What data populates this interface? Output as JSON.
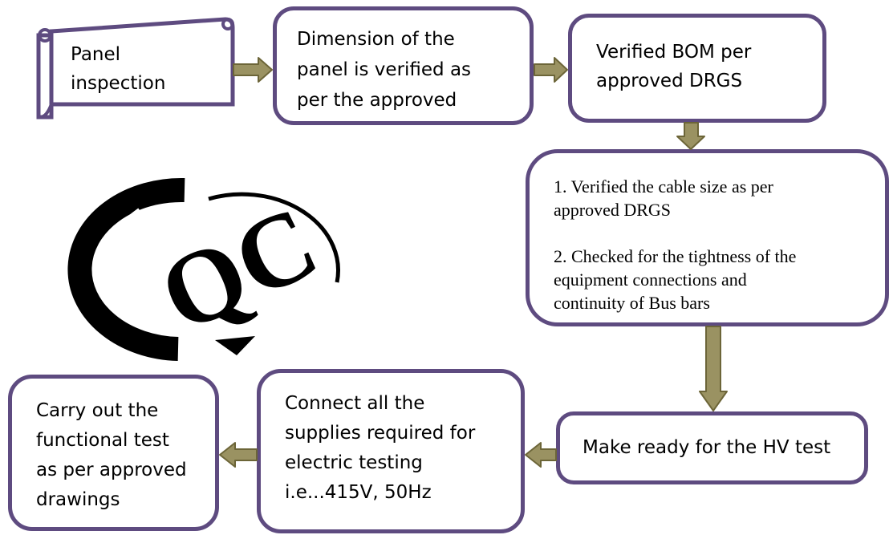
{
  "steps": {
    "panel_inspection": [
      "Panel",
      "inspection"
    ],
    "dimension": [
      "Dimension of the",
      "panel is verified as",
      "per the approved"
    ],
    "bom": [
      "Verified BOM per",
      "approved DRGS"
    ],
    "cable": {
      "item1": [
        "1. Verified the cable size as per",
        "approved DRGS"
      ],
      "item2": [
        "2. Checked for the tightness of the",
        "equipment connections and",
        "continuity of Bus bars"
      ]
    },
    "hv_test": [
      "Make ready for the HV test"
    ],
    "supplies": [
      "Connect all the",
      "supplies required for",
      "electric testing",
      "i.e...415V, 50Hz"
    ],
    "functional": [
      "Carry out the",
      "functional test",
      "as per approved",
      "drawings"
    ]
  },
  "logo": {
    "text": "QC"
  },
  "colors": {
    "box_border": "#5e4b80",
    "arrow_fill": "#9a9262",
    "arrow_stroke": "#6c6538"
  }
}
